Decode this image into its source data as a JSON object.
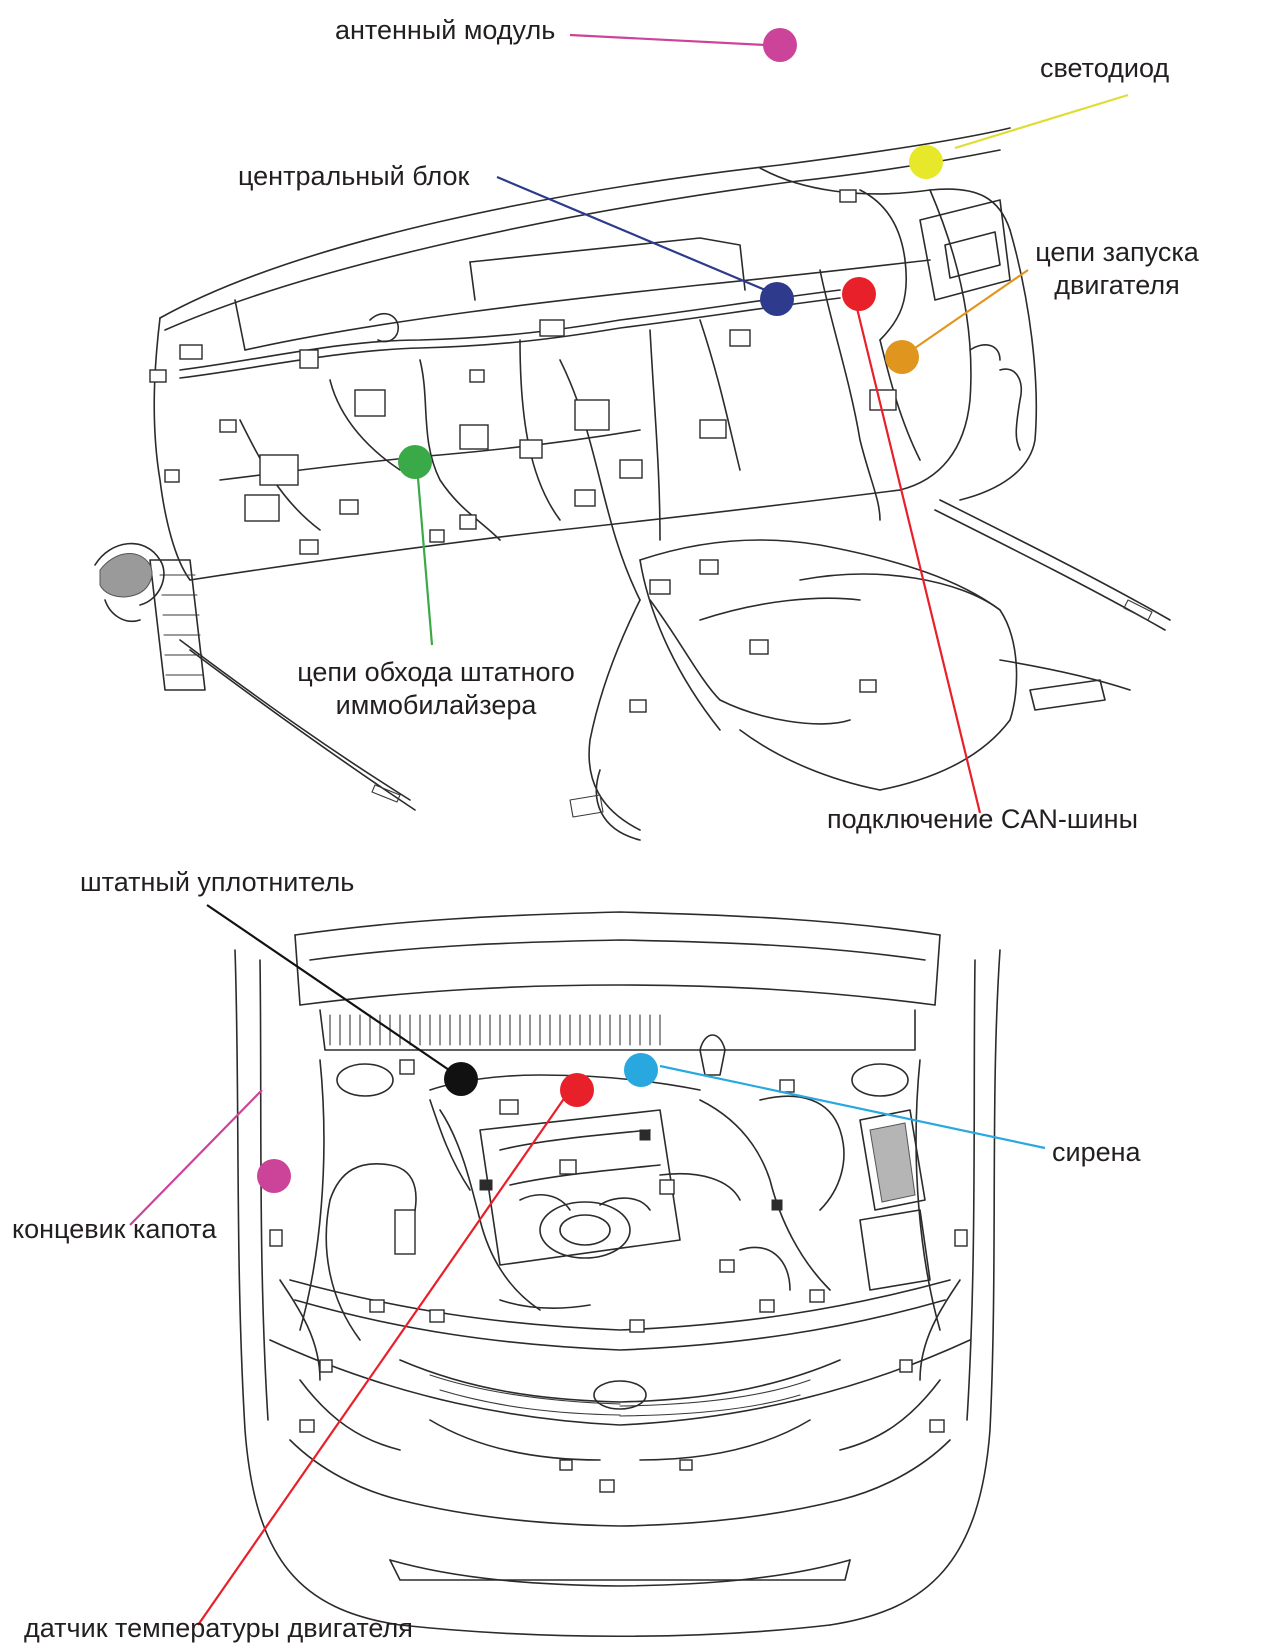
{
  "callouts": [
    {
      "id": "antenna",
      "text": "антенный модуль",
      "color": "#cc4499"
    },
    {
      "id": "led",
      "text": "светодиод",
      "color": "#dddd33"
    },
    {
      "id": "central",
      "text": "центральный блок",
      "color": "#2e3a8c"
    },
    {
      "id": "start",
      "lines": [
        "цепи запуска",
        "двигателя"
      ],
      "color": "#e0961e"
    },
    {
      "id": "bypass",
      "lines": [
        "цепи обхода штатного",
        "иммобилайзера"
      ],
      "color": "#3aaa48"
    },
    {
      "id": "can",
      "text": "подключение CAN-шины",
      "color": "#e8202a"
    },
    {
      "id": "seal",
      "text": "штатный уплотнитель",
      "color": "#111111"
    },
    {
      "id": "siren",
      "text": "сирена",
      "color": "#29a8e0"
    },
    {
      "id": "hood",
      "text": "концевик капота",
      "color": "#cc4499"
    },
    {
      "id": "temp",
      "text": "датчик температуры двигателя",
      "color": "#e8202a"
    }
  ],
  "icons": [
    "dashboard-wiring-drawing",
    "engine-bay-wiring-drawing"
  ]
}
